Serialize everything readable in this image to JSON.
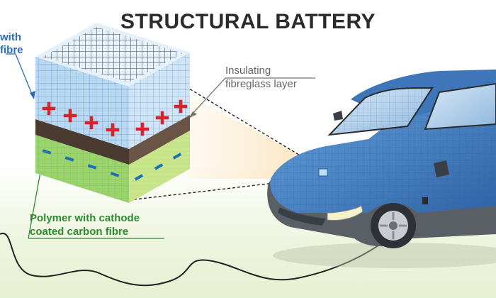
{
  "title": "STRUCTURAL BATTERY",
  "labels": {
    "top_left": [
      "with",
      "fibre"
    ],
    "insulating": [
      "Insulating",
      "fibreglass layer"
    ],
    "polymer": [
      "Polymer with cathode",
      "coated carbon fibre"
    ]
  },
  "colors": {
    "title": "#2b2b2b",
    "top_left_label": "#2a6fb3",
    "insulating_label": "#666666",
    "polymer_label": "#2e8a32",
    "car_body": "#4a86c8",
    "car_dark": "#555a60",
    "plus_sign": "#d8232a",
    "minus_sign": "#1e6fb8"
  }
}
